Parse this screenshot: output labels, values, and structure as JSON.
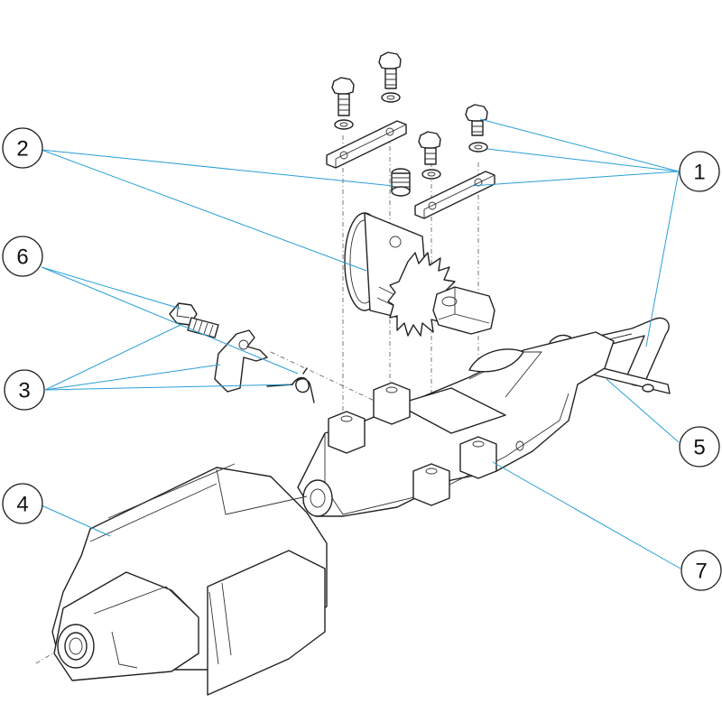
{
  "callouts": [
    {
      "id": "c1",
      "label": "1"
    },
    {
      "id": "c2",
      "label": "2"
    },
    {
      "id": "c3",
      "label": "3"
    },
    {
      "id": "c4",
      "label": "4"
    },
    {
      "id": "c5",
      "label": "5"
    },
    {
      "id": "c6",
      "label": "6"
    },
    {
      "id": "c7",
      "label": "7"
    }
  ],
  "colors": {
    "leader": "#2a9fd6",
    "line": "#222222",
    "background": "#ffffff"
  }
}
